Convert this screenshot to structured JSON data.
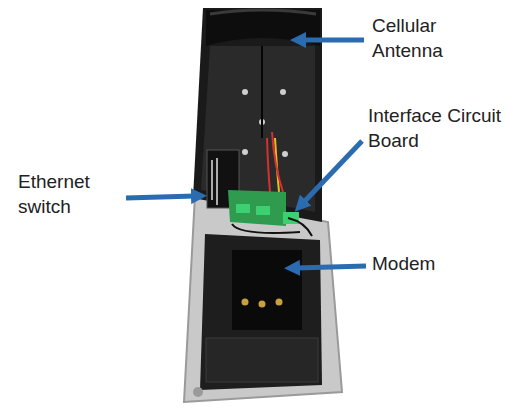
{
  "diagram": {
    "labels": [
      "Cellular Antenna",
      "Interface Circuit Board",
      "Ethernet switch",
      "Modem"
    ]
  }
}
